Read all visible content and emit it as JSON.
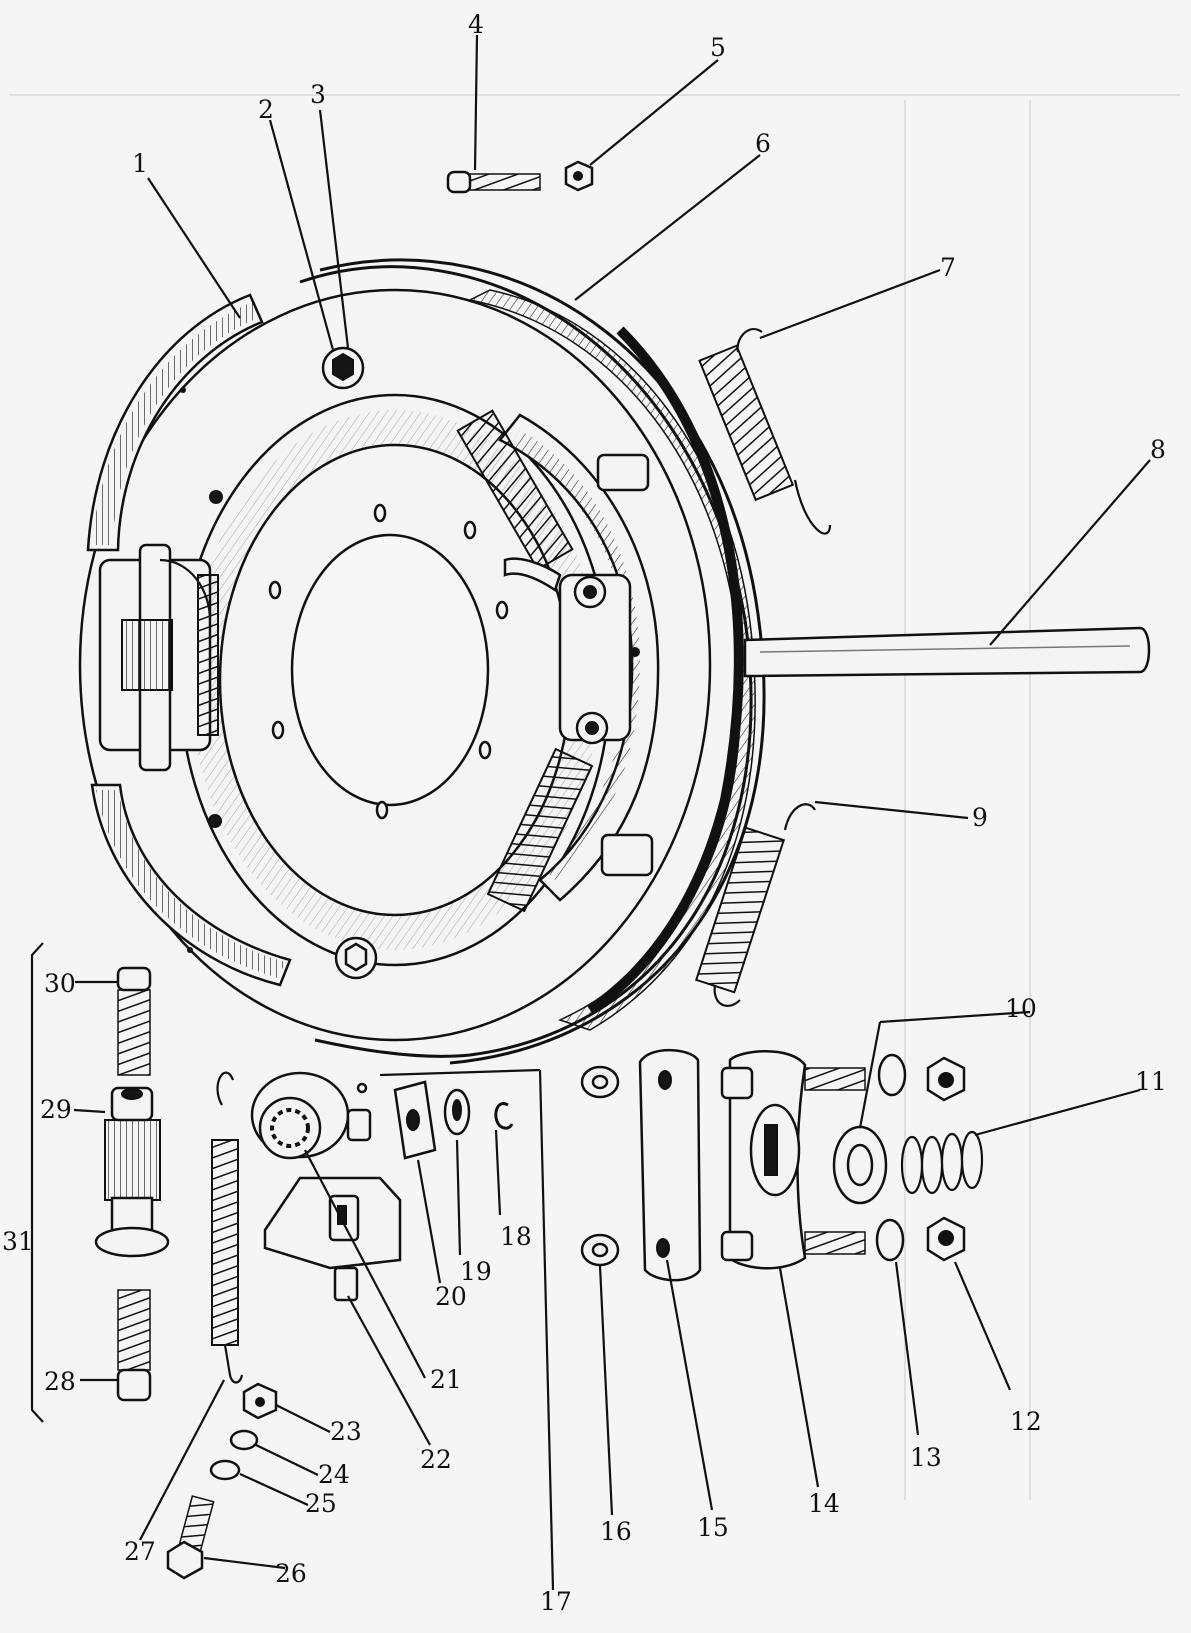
{
  "labels": {
    "l1": "1",
    "l2": "2",
    "l3": "3",
    "l4": "4",
    "l5": "5",
    "l6": "6",
    "l7": "7",
    "l8": "8",
    "l9": "9",
    "l10": "10",
    "l11": "11",
    "l12": "12",
    "l13": "13",
    "l14": "14",
    "l15": "15",
    "l16": "16",
    "l17": "17",
    "l18": "18",
    "l19": "19",
    "l20": "20",
    "l21": "21",
    "l22": "22",
    "l23": "23",
    "l24": "24",
    "l25": "25",
    "l26": "26",
    "l27": "27",
    "l28": "28",
    "l29": "29",
    "l30": "30",
    "l31": "31"
  },
  "colors": {
    "ink": "#111111",
    "paper": "#f5f5f5"
  }
}
